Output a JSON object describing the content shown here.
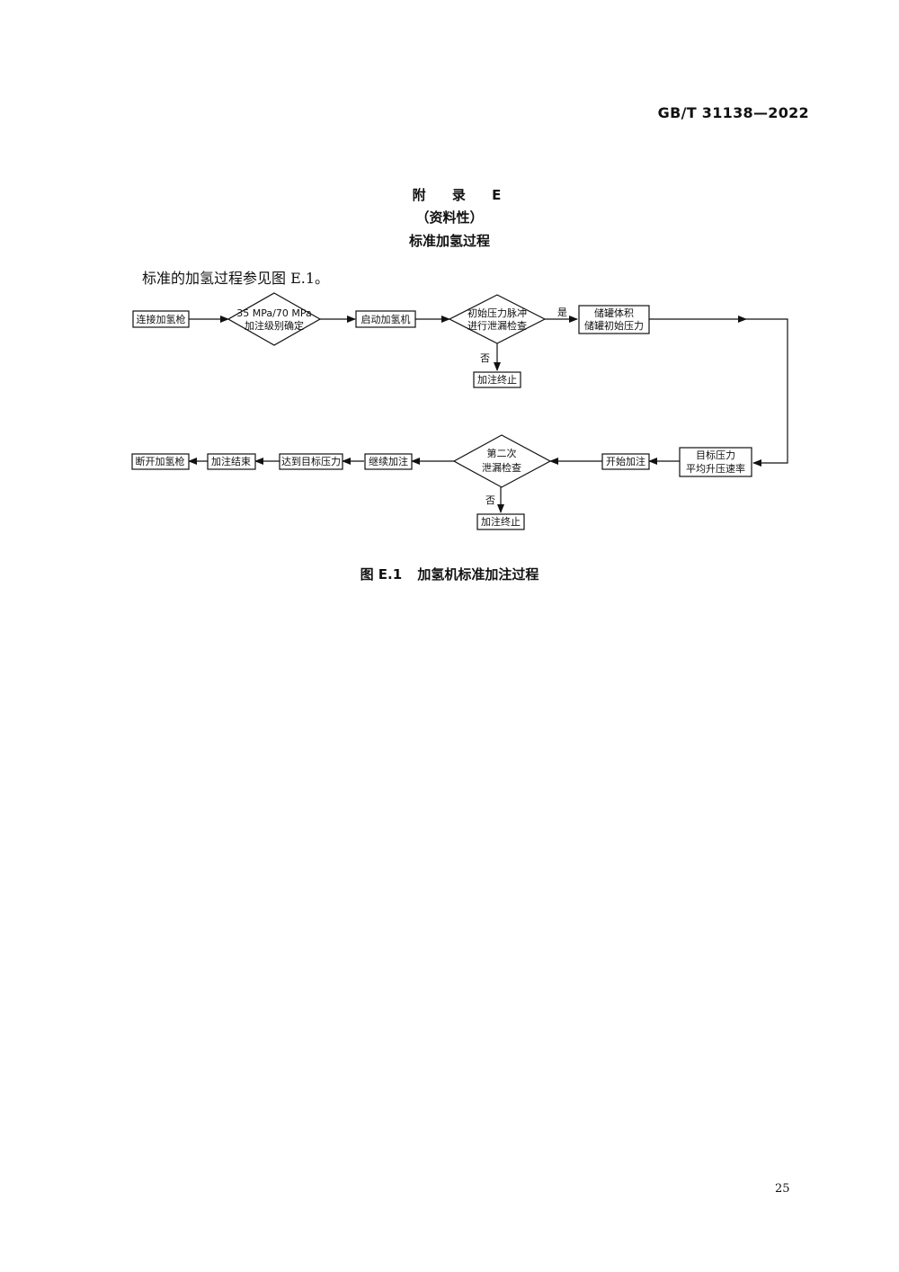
{
  "header": {
    "standard_code": "GB/T 31138—2022"
  },
  "appendix": {
    "label": "附 录 E",
    "type": "（资料性）",
    "title": "标准加氢过程"
  },
  "intro_text": "标准的加氢过程参见图 E.1。",
  "flowchart": {
    "connect_gun": "连接加氢枪",
    "level_line1": "35 MPa/70 MPa",
    "level_line2": "加注级别确定",
    "start_dispenser": "启动加氢机",
    "pulse_line1": "初始压力脉冲",
    "pulse_line2": "进行泄漏检查",
    "yes_label": "是",
    "no_label_1": "否",
    "stop_1": "加注终止",
    "tank_line1": "储罐体积",
    "tank_line2": "储罐初始压力",
    "target_line1": "目标压力",
    "target_line2": "平均升压速率",
    "start_fill": "开始加注",
    "second_line1": "第二次",
    "second_line2": "泄漏检查",
    "no_label_2": "否",
    "stop_2": "加注终止",
    "continue_fill": "继续加注",
    "reach_target": "达到目标压力",
    "fill_end": "加注结束",
    "disconnect_gun": "断开加氢枪"
  },
  "caption": {
    "number": "图 E.1",
    "title": "加氢机标准加注过程"
  },
  "page_number": "25"
}
